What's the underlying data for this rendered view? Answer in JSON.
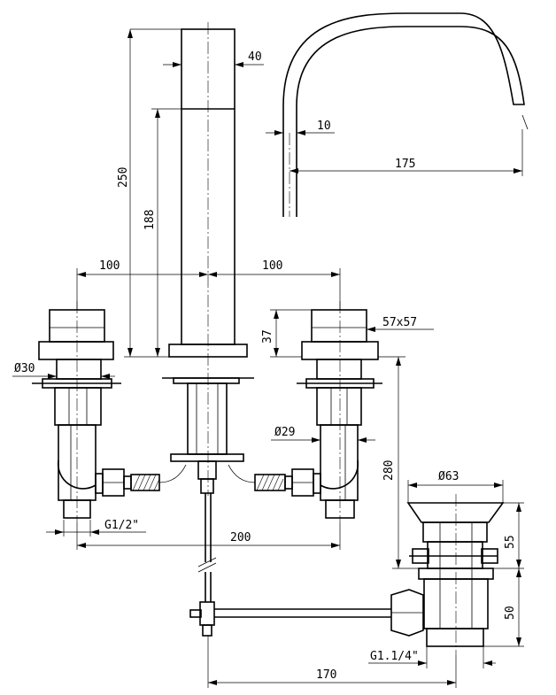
{
  "dimensions": {
    "spout_width": "40",
    "spout_height_total": "250",
    "spout_height_body": "188",
    "left_offset": "100",
    "right_offset": "100",
    "handle_height": "37",
    "handle_size": "57x57",
    "hole_left": "Ø30",
    "hole_right": "Ø29",
    "connection_thread": "G1/2\"",
    "handle_spacing": "200",
    "height_below_deck": "280",
    "drain_diameter": "Ø63",
    "drain_upper": "55",
    "drain_lower": "50",
    "drain_thread": "G1.1/4\"",
    "pullrod_length": "170",
    "spout_wall": "10",
    "spout_reach": "175"
  }
}
